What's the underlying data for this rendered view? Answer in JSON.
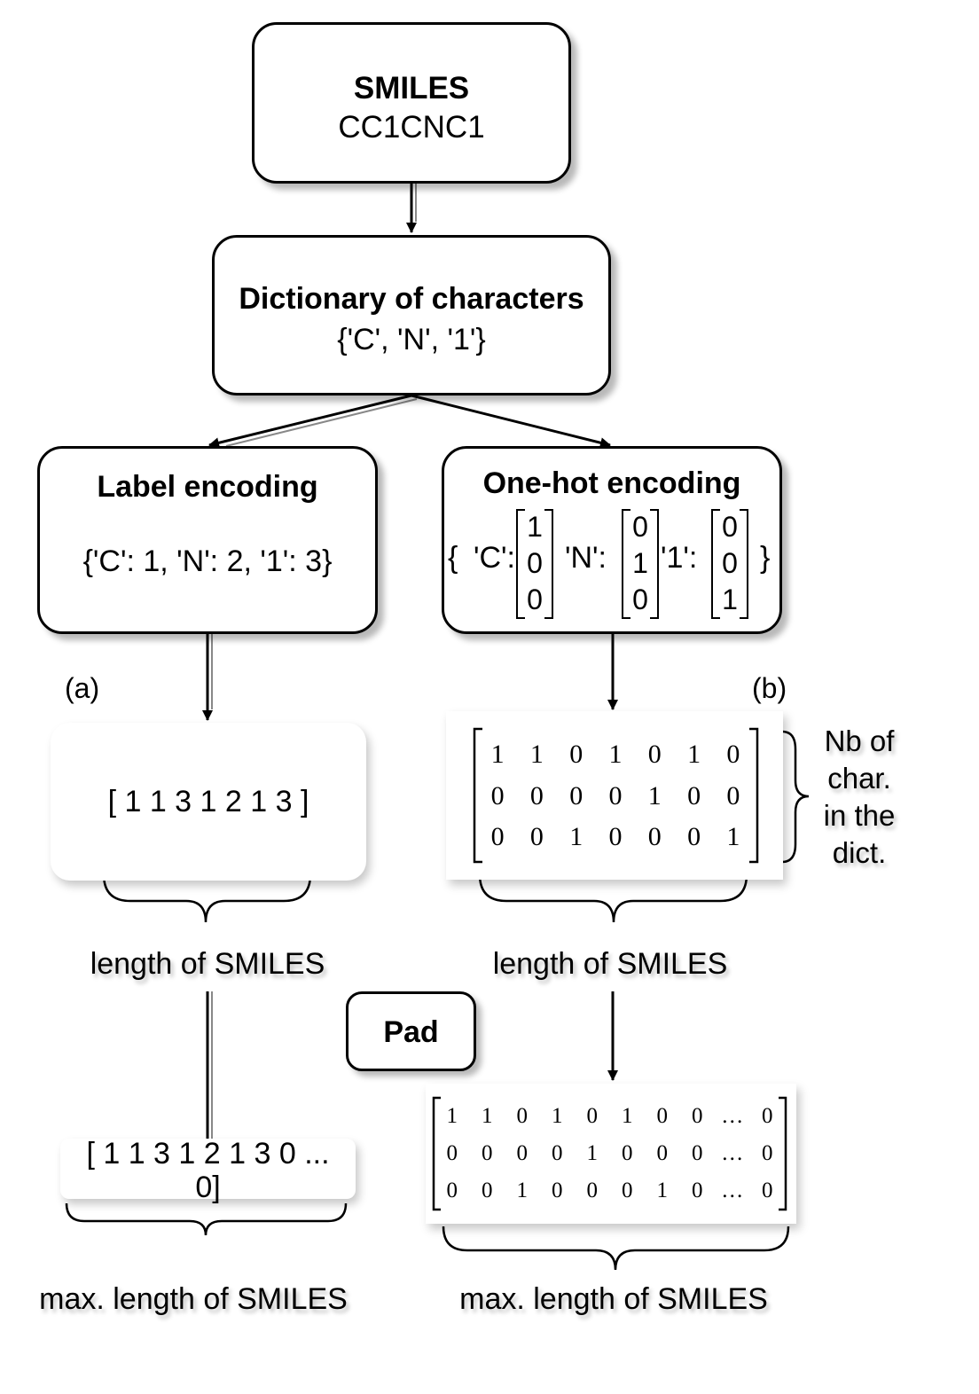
{
  "nodes": {
    "smiles": {
      "title": "SMILES",
      "value": "CC1CNC1"
    },
    "dictionary": {
      "title": "Dictionary of characters",
      "value": "{'C', 'N', '1'}"
    },
    "label_encoding": {
      "title": "Label encoding",
      "value": "{'C': 1, 'N': 2, '1': 3}"
    },
    "onehot_encoding": {
      "title": "One-hot encoding",
      "open_brace": "{",
      "close_brace": "}",
      "entries": [
        {
          "key": "'C':",
          "vector": [
            "1",
            "0",
            "0"
          ]
        },
        {
          "key": "'N':",
          "vector": [
            "0",
            "1",
            "0"
          ]
        },
        {
          "key": "'1':",
          "vector": [
            "0",
            "0",
            "1"
          ]
        }
      ]
    },
    "pad": {
      "title": "Pad"
    }
  },
  "markers": {
    "a": "(a)",
    "b": "(b)"
  },
  "label_vector": "[ 1 1 3 1 2 1 3 ]",
  "label_padded": {
    "line1": "[ 1 1 3 1 2 1 3 0 ...",
    "line2": "0]"
  },
  "onehot_matrix": [
    [
      "1",
      "1",
      "0",
      "1",
      "0",
      "1",
      "0"
    ],
    [
      "0",
      "0",
      "0",
      "0",
      "1",
      "0",
      "0"
    ],
    [
      "0",
      "0",
      "1",
      "0",
      "0",
      "0",
      "1"
    ]
  ],
  "onehot_padded": [
    [
      "1",
      "1",
      "0",
      "1",
      "0",
      "1",
      "0",
      "0",
      "…",
      "0"
    ],
    [
      "0",
      "0",
      "0",
      "0",
      "1",
      "0",
      "0",
      "0",
      "…",
      "0"
    ],
    [
      "0",
      "0",
      "1",
      "0",
      "0",
      "0",
      "1",
      "0",
      "…",
      "0"
    ]
  ],
  "annotations": {
    "length_left": "length of SMILES",
    "length_right": "length of SMILES",
    "max_left": "max. length of SMILES",
    "max_right": "max. length of SMILES",
    "nb_chars": [
      "Nb of",
      "char.",
      "in the",
      "dict."
    ]
  }
}
